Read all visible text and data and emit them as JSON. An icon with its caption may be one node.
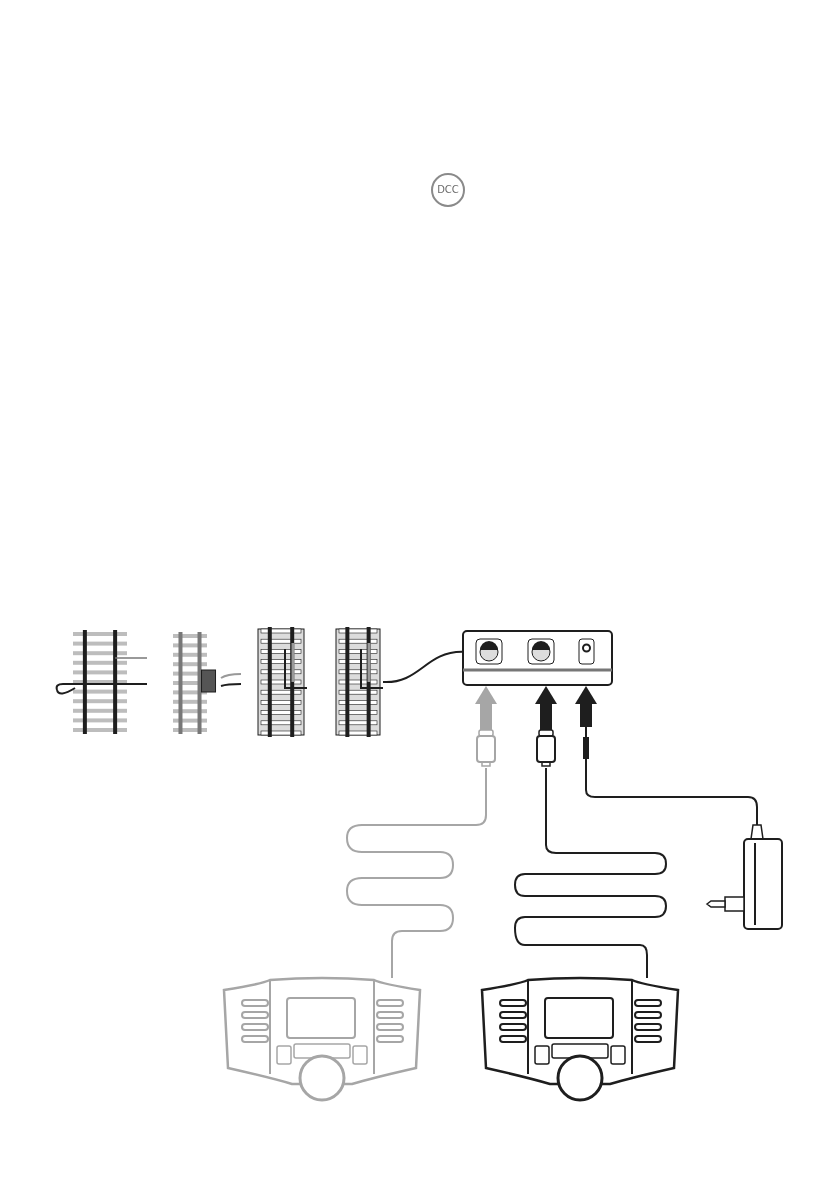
{
  "diagram": {
    "nodes": [
      {
        "text": [],
        "shape": "track"
      },
      {
        "text": [],
        "shape": "track"
      },
      {
        "text": [],
        "shape": "track"
      },
      {
        "text": [],
        "shape": "track"
      },
      {
        "text": [],
        "shape": "box"
      },
      {
        "text": [],
        "shape": "plug"
      },
      {
        "text": [],
        "shape": "plug"
      },
      {
        "text": [],
        "shape": "plug"
      },
      {
        "text": [],
        "shape": "adapter"
      },
      {
        "text": [],
        "shape": "controller"
      },
      {
        "text": [],
        "shape": "controller"
      }
    ],
    "edges": [
      {
        "from": 3,
        "to": 4,
        "arrow": "none"
      },
      {
        "from": 5,
        "to": 4,
        "arrow": "to",
        "style": "thick",
        "color": "#a6a6a6"
      },
      {
        "from": 6,
        "to": 4,
        "arrow": "to",
        "style": "thick"
      },
      {
        "from": 7,
        "to": 4,
        "arrow": "to",
        "style": "thick"
      },
      {
        "from": 5,
        "to": 9,
        "arrow": "none",
        "color": "#a6a6a6"
      },
      {
        "from": 6,
        "to": 10,
        "arrow": "none"
      },
      {
        "from": 7,
        "to": 8,
        "arrow": "none"
      }
    ],
    "labels": [
      "DCC"
    ]
  }
}
